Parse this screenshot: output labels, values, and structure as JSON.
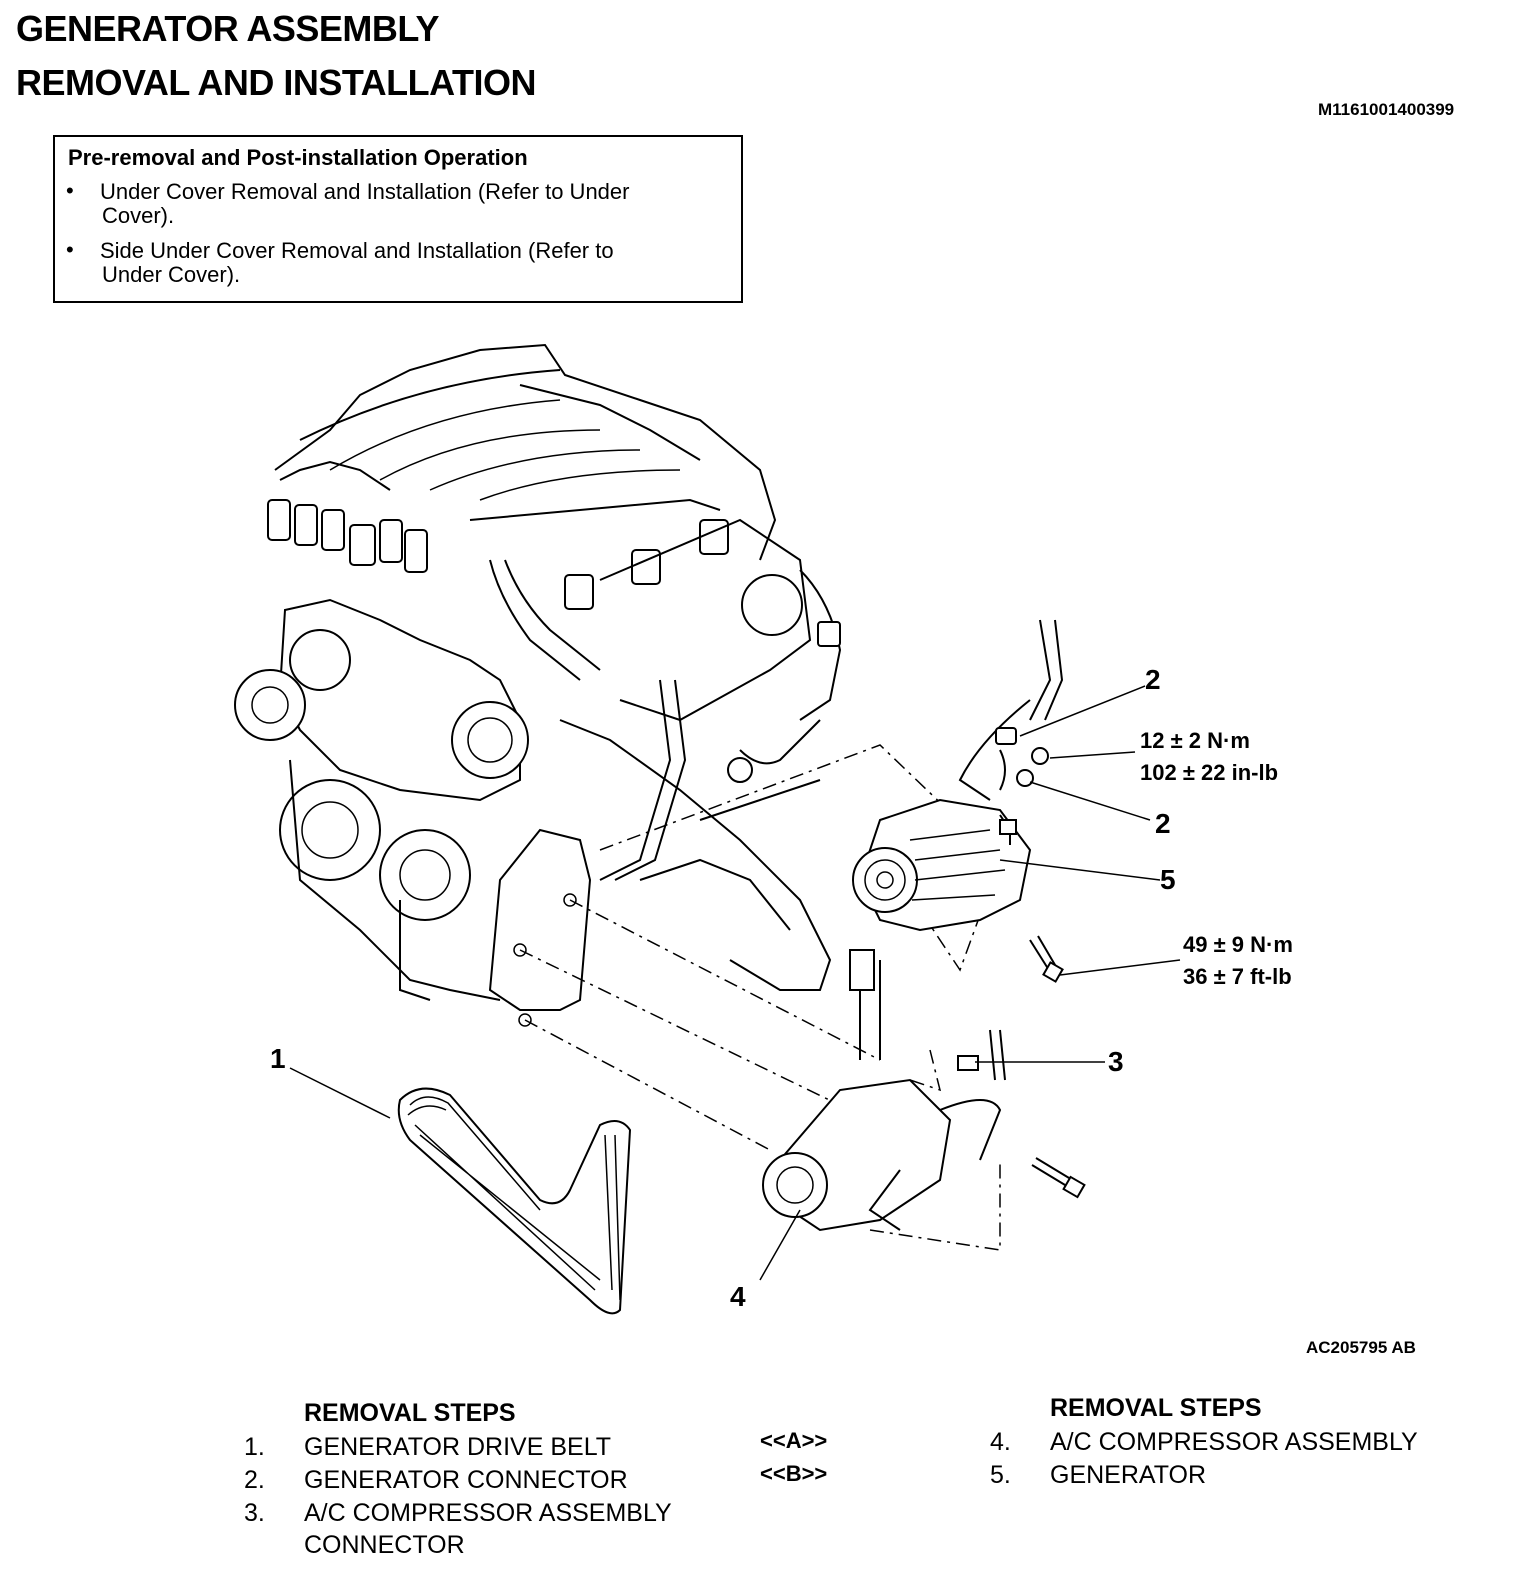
{
  "header": {
    "title": "GENERATOR ASSEMBLY",
    "subtitle": "REMOVAL AND INSTALLATION",
    "doc_code": "M1161001400399"
  },
  "pre_removal": {
    "title": "Pre-removal and Post-installation Operation",
    "items": [
      {
        "line1": "Under Cover Removal and Installation (Refer to Under",
        "line2": "Cover)."
      },
      {
        "line1": "Side Under Cover Removal and Installation  (Refer to",
        "line2": "Under Cover)."
      }
    ]
  },
  "diagram": {
    "callouts": {
      "c1": "1",
      "c2a": "2",
      "c2b": "2",
      "c3": "3",
      "c4": "4",
      "c5": "5"
    },
    "torque_small": {
      "metric": "12 ± 2 N·m",
      "imperial": "102 ± 22 in-lb"
    },
    "torque_large": {
      "metric": "49 ± 9 N·m",
      "imperial": "36 ± 7 ft-lb"
    },
    "figure_code": "AC205795 AB"
  },
  "steps_left": {
    "heading": "REMOVAL STEPS",
    "items": [
      {
        "num": "1.",
        "text": "GENERATOR DRIVE BELT"
      },
      {
        "num": "2.",
        "text": "GENERATOR CONNECTOR"
      },
      {
        "num": "3.",
        "text": "A/C COMPRESSOR ASSEMBLY",
        "text2": "CONNECTOR"
      }
    ]
  },
  "steps_right": {
    "heading": "REMOVAL STEPS",
    "items": [
      {
        "mark": "<<A>>",
        "num": "4.",
        "text": "A/C COMPRESSOR ASSEMBLY"
      },
      {
        "mark": "<<B>>",
        "num": "5.",
        "text": "GENERATOR"
      }
    ]
  }
}
